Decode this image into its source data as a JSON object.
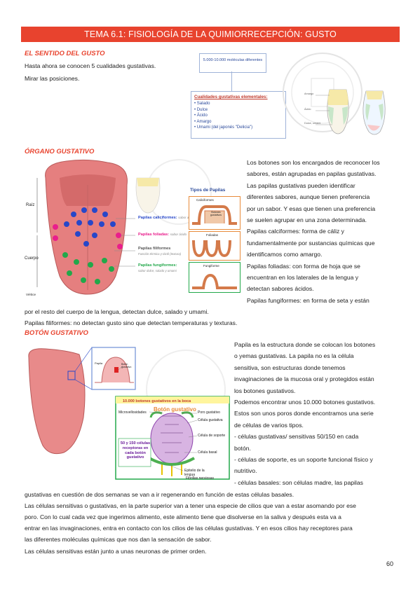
{
  "header": {
    "title": "TEMA 6.1: FISIOLOGÍA DE LA QUIMIORRECEPCIÓN: GUSTO"
  },
  "sections": {
    "sentido": {
      "title": "EL SENTIDO DEL GUSTO",
      "lines": [
        "Hasta ahora se conocen 5 cualidades gustativas.",
        "Mirar las posiciones."
      ],
      "figure": {
        "molecules": "5.000-10.000 moléculas diferentes",
        "qualities_title": "Cualidades gustativas elementales:",
        "qualities": [
          "Salado",
          "Dulce",
          "Ácido",
          "Amargo",
          "Umami (del japonés \"Delicia\")"
        ],
        "tongue_labels": [
          "Amargo",
          "Ácido",
          "Dulce, umami"
        ]
      }
    },
    "organo": {
      "title": "ÓRGANO GUSTATIVO",
      "lines": [
        "Los botones son los encargados de reconocer los",
        "sabores, están agrupadas en papilas gustativas.",
        "Las papilas gustativas pueden identificar",
        "diferentes sabores, aunque tienen preferencia",
        "por un sabor. Y esas que tienen una preferencia",
        "se suelen agrupar en una zona determinada.",
        "Papilas calciformes: forma de cáliz y",
        "fundamentalmente por sustancias químicas que",
        "identificamos como amargo.",
        "Papilas foliadas: con forma de hoja que se",
        "encuentran en los laterales de la lengua y",
        "detectan sabores ácidos.",
        "Papilas fungiformes: en forma de seta y están"
      ],
      "full_lines": [
        "por el resto del cuerpo de la lengua, detectan dulce, salado y umami.",
        "Papilas filiformes: no detectan gusto sino que detectan temperaturas y texturas."
      ],
      "figure": {
        "raiz": "Raíz",
        "cuerpo": "Cuerpo",
        "vertice": "Vértice",
        "calciformes": "Papilas caliciformes:",
        "calciformes_note": "sabor amargo",
        "foliadas": "Papilas foliadas:",
        "foliadas_note": "sabor ácido",
        "filiformes": "Papilas filiformes",
        "filiformes_note": "Función térmica y táctil (textura)",
        "fungiformes": "Papilas fungiformes:",
        "fungiformes_note": "sabor dulce, salado y umami",
        "tipos_title": "Tipos de Papilas",
        "tipo1": "Caliciformes",
        "tipo1_sub": "Botones gustativos",
        "tipo2": "Foliadas",
        "tipo3": "Fungiforme"
      }
    },
    "boton": {
      "title": "BOTÓN GUSTATIVO",
      "lines": [
        "Papila es la estructura donde se colocan los botones",
        "o yemas gustativas. La papila no es la célula",
        "sensitiva, son estructuras donde tenemos",
        "invaginaciones de la mucosa oral y protegidos están",
        "los botones gustativos.",
        "Podemos encontrar unos 10.000 botones gustativos.",
        "Estos son unos poros donde encontramos una serie",
        "de células de varios tipos.",
        "- células gustativas/ sensitivas 50/150 en cada",
        "botón.",
        "- células de soporte, es un soporte funcional físico y",
        "nutritivo.",
        "- células basales: son células madre, las papilas"
      ],
      "full_lines": [
        "gustativas en cuestión de dos semanas se van a ir regenerando en función de estas células basales.",
        "Las células sensitivas o gustativas, en la parte superior van a tener una especie de cilios que van a estar asomando por ese",
        "poro. Con lo cual cada vez que ingerimos alimento, este alimento tiene que disolverse en la saliva y después esta va a",
        "entrar en las invaginaciones, entra en contacto con los cilios de las células gustativas. Y en esos cilios hay receptores para",
        "las diferentes moléculas químicas que nos dan la sensación de sabor.",
        "Las células sensitivas están junto a unas neuronas de primer orden."
      ],
      "figure": {
        "banner": "10.000 botones gustativos en la boca",
        "title": "Botón gustativo",
        "labels": [
          "Microvellosidades",
          "Poro gustativo",
          "Célula gustativa",
          "Célula de soporte",
          "Célula basal",
          "Epitelio de la lengua",
          "Fibrillas nerviosas"
        ],
        "receptors": "50 y 150 células receptoras en cada botón gustativo",
        "papila_label": "Papila",
        "boton_label": "Botón gustativo"
      }
    }
  },
  "page_number": "60"
}
